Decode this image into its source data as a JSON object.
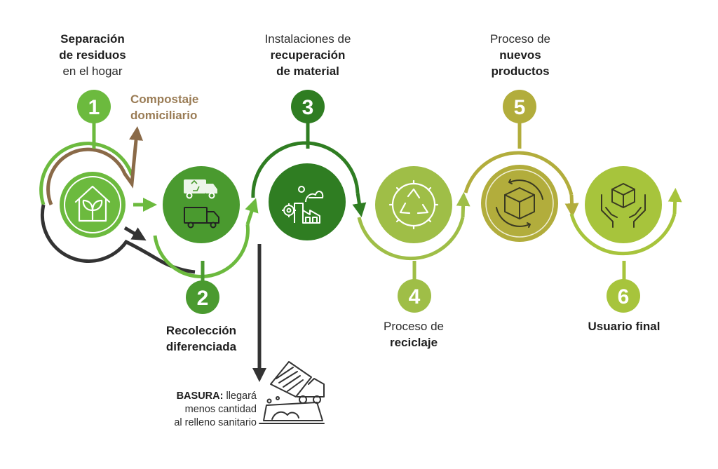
{
  "steps": [
    {
      "number": "1",
      "lines": [
        {
          "text": "Separación",
          "bold": true
        },
        {
          "text": "de residuos",
          "bold": true
        },
        {
          "text": "en el hogar",
          "bold": false
        }
      ],
      "icon": "house-leaf-icon",
      "color": "#6cba3e"
    },
    {
      "number": "2",
      "lines": [
        {
          "text": "Recolección",
          "bold": true
        },
        {
          "text": "diferenciada",
          "bold": true
        }
      ],
      "icon": "trucks-icon",
      "color": "#4a9a2f"
    },
    {
      "number": "3",
      "lines": [
        {
          "text": "Instalaciones de",
          "bold": false
        },
        {
          "text": "recuperación",
          "bold": true
        },
        {
          "text": "de material",
          "bold": true
        }
      ],
      "icon": "factory-icon",
      "color": "#2f7d22"
    },
    {
      "number": "4",
      "lines": [
        {
          "text": "Proceso de",
          "bold": false
        },
        {
          "text": "reciclaje",
          "bold": true
        }
      ],
      "icon": "recycle-gear-icon",
      "color": "#9fbe47"
    },
    {
      "number": "5",
      "lines": [
        {
          "text": "Proceso de",
          "bold": false
        },
        {
          "text": "nuevos",
          "bold": true
        },
        {
          "text": "productos",
          "bold": true
        }
      ],
      "icon": "box-cycle-icon",
      "color": "#b2ad3c"
    },
    {
      "number": "6",
      "lines": [
        {
          "text": "Usuario final",
          "bold": true
        }
      ],
      "icon": "hands-box-icon",
      "color": "#a7c43c"
    }
  ],
  "compost": {
    "lines": [
      "Compostaje",
      "domiciliario"
    ],
    "color": "#9a7c55"
  },
  "garbage": {
    "bold": "BASURA:",
    "rest": " llegará",
    "line2": "menos cantidad",
    "line3": "al relleno sanitario"
  }
}
